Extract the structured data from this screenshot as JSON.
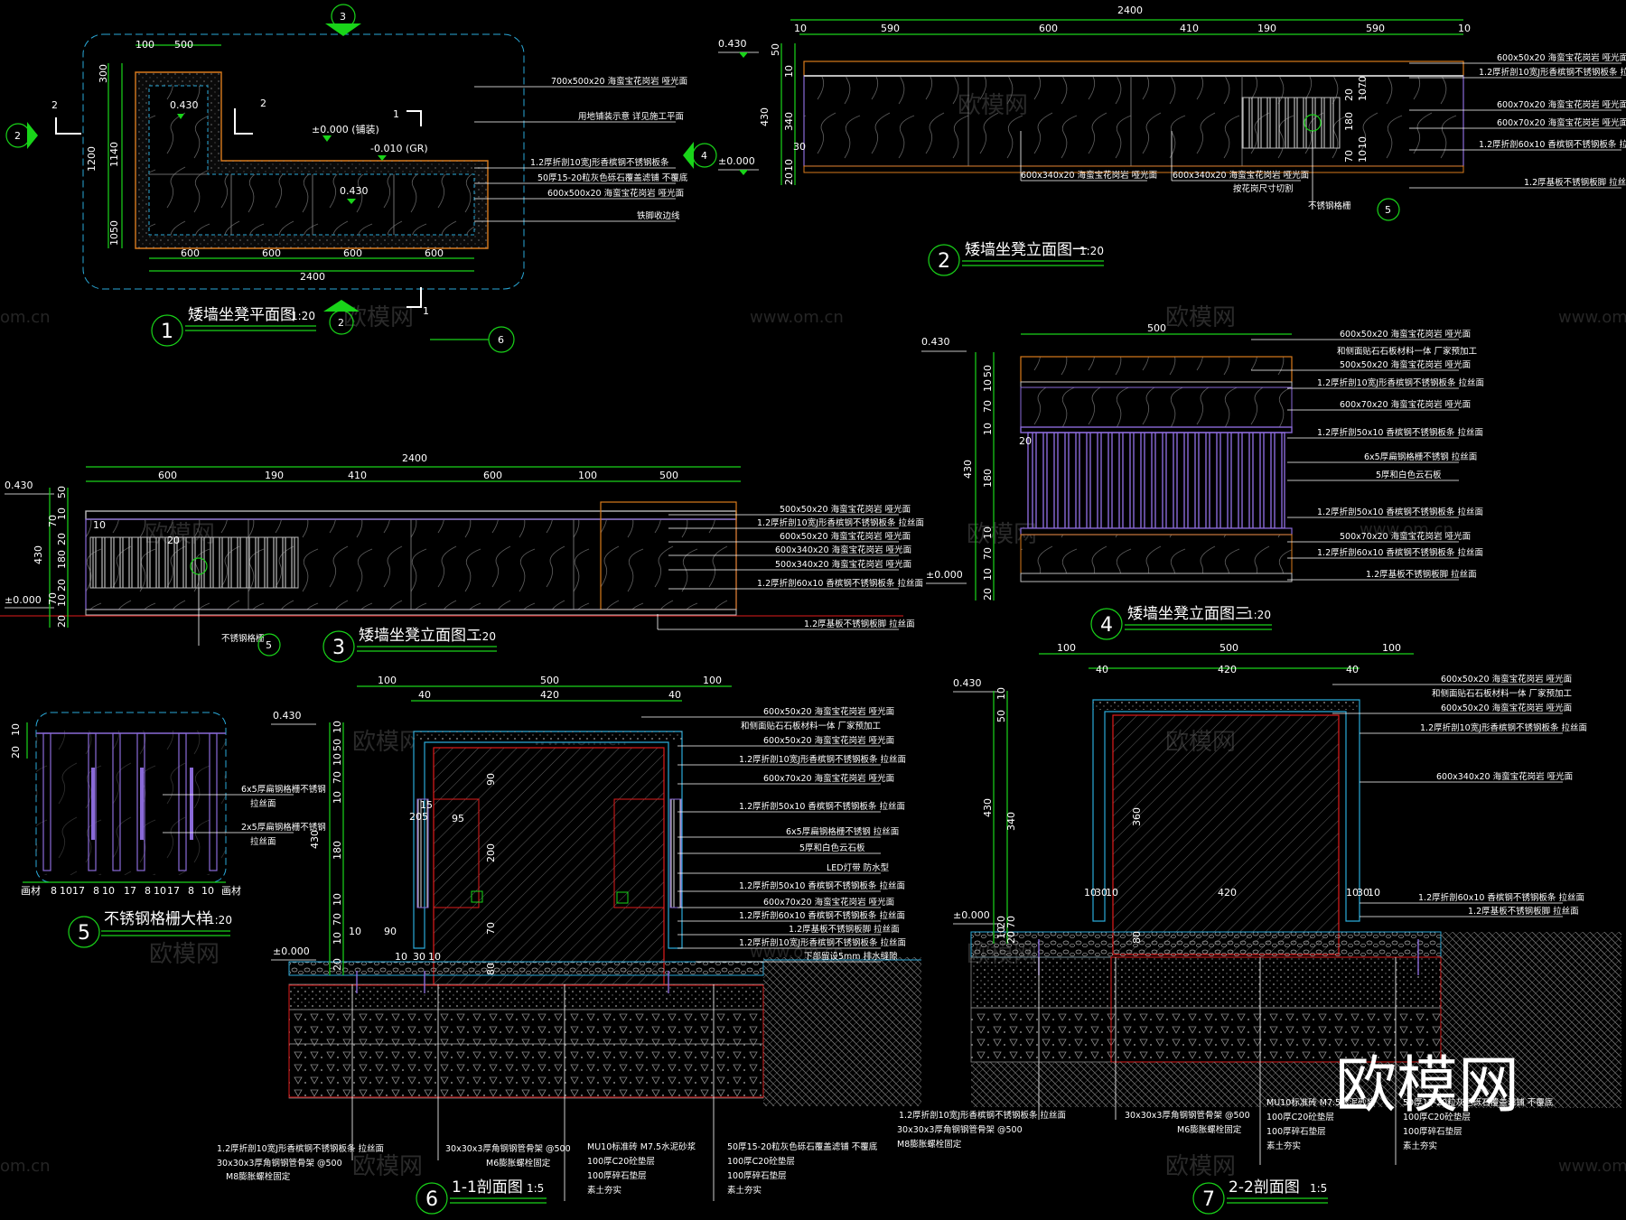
{
  "watermarks": {
    "brand": "欧模网",
    "site": "www.om.cn",
    "site_short": "om.cn"
  },
  "views": {
    "v1": {
      "num": "1",
      "title": "矮墙坐凳平面图",
      "scale": "1:20"
    },
    "v2": {
      "num": "2",
      "title": "矮墙坐凳立面图一",
      "scale": "1:20"
    },
    "v3": {
      "num": "3",
      "title": "矮墙坐凳立面图二",
      "scale": "1:20"
    },
    "v4": {
      "num": "4",
      "title": "矮墙坐凳立面图三",
      "scale": "1:20"
    },
    "v5": {
      "num": "5",
      "title": "不锈钢格栅大样",
      "scale": "1:20"
    },
    "v6": {
      "num": "6",
      "title": "1-1剖面图",
      "scale": "1:5"
    },
    "v7": {
      "num": "7",
      "title": "2-2剖面图",
      "scale": "1:5"
    }
  },
  "plan": {
    "top_dims": [
      "100",
      "500"
    ],
    "left_dims": [
      "300",
      "1200",
      "1140",
      "1050"
    ],
    "bottom_dims": [
      "600",
      "600",
      "600",
      "600"
    ],
    "total": "2400",
    "levels": [
      "0.430",
      "±0.000 (铺装)",
      "-0.010 (GR)",
      "0.430"
    ],
    "cut_marks": [
      "1",
      "1",
      "2",
      "2"
    ],
    "callouts": [
      "3",
      "2",
      "4",
      "6"
    ],
    "notes": [
      "700x500x20  海蛮宝花岗岩  哑光面",
      "用地铺装示意  详见施工平面",
      "1.2厚折剖10宽J形香槟钢不锈钢板条",
      "50厚15-20粒灰色砾石覆盖滤铺  不覆底",
      "600x500x20  海蛮宝花岗岩  哑光面",
      "铁脚收边线"
    ]
  },
  "elev1": {
    "total": "2400",
    "dims": [
      "10",
      "590",
      "600",
      "410",
      "190",
      "590",
      "10"
    ],
    "level_top": "0.430",
    "level_zero": "±0.000",
    "left_dims": [
      "50",
      "10",
      "430",
      "340",
      "30",
      "10",
      "20"
    ],
    "right_dims": [
      "20",
      "70",
      "10",
      "180",
      "10",
      "70",
      "10"
    ],
    "notes_right": [
      "600x50x20  海蛮宝花岗岩  哑光面",
      "1.2厚折剖10宽J形香槟钢不锈钢板条  拉丝面",
      "600x70x20  海蛮宝花岗岩  哑光面",
      "600x70x20  海蛮宝花岗岩  哑光面",
      "1.2厚折剖60x10  香槟钢不锈钢板条  拉丝面",
      "1.2厚基板不锈钢板脚  拉丝面"
    ],
    "notes_bottom": [
      "600x340x20  海蛮宝花岗岩  哑光面",
      "600x340x20  海蛮宝花岗岩  哑光面",
      "按花岗尺寸切割",
      "不锈钢格栅"
    ],
    "callout": "5"
  },
  "elev2": {
    "total": "2400",
    "dims": [
      "600",
      "190",
      "410",
      "600",
      "100",
      "500"
    ],
    "level_top": "0.430",
    "level_zero": "±0.000",
    "left_dims": [
      "50",
      "70",
      "10",
      "20",
      "430",
      "180",
      "20",
      "70",
      "10",
      "20"
    ],
    "tag": "10",
    "tag2": "20",
    "notes": [
      "500x50x20  海蛮宝花岗岩  哑光面",
      "1.2厚折剖10宽J形香槟钢不锈钢板条  拉丝面",
      "600x50x20  海蛮宝花岗岩  哑光面",
      "600x340x20  海蛮宝花岗岩  哑光面",
      "500x340x20  海蛮宝花岗岩  哑光面",
      "1.2厚折剖60x10  香槟钢不锈钢板条  拉丝面",
      "1.2厚基板不锈钢板脚  拉丝面",
      "不锈钢格栅"
    ],
    "callout": "5"
  },
  "elev3": {
    "width": "500",
    "level_top": "0.430",
    "level_zero": "±0.000",
    "left_dims": [
      "50",
      "10",
      "70",
      "10",
      "430",
      "180",
      "10",
      "70",
      "10",
      "20"
    ],
    "tag": "20",
    "notes": [
      "600x50x20  海蛮宝花岗岩  哑光面",
      "和侧面贴石石板材料一体  厂家预加工",
      "500x50x20  海蛮宝花岗岩  哑光面",
      "1.2厚折剖10宽J形香槟钢不锈钢板条  拉丝面",
      "600x70x20  海蛮宝花岗岩  哑光面",
      "1.2厚折剖50x10  香槟钢不锈钢板条  拉丝面",
      "6x5厚扁钢格栅不锈钢  拉丝面",
      "5厚和白色云石板",
      "1.2厚折剖50x10  香槟钢不锈钢板条  拉丝面",
      "500x70x20  海蛮宝花岗岩  哑光面",
      "1.2厚折剖60x10  香槟钢不锈钢板条  拉丝面",
      "1.2厚基板不锈钢板脚  拉丝面"
    ]
  },
  "detail5": {
    "left_dims": [
      "20",
      "10"
    ],
    "bottom_dims": [
      "画材",
      "8",
      "10",
      "17",
      "8",
      "10",
      "17",
      "8",
      "10",
      "17",
      "8",
      "10",
      "画材"
    ],
    "notes": [
      "6x5厚扁钢格栅不锈钢",
      "拉丝面",
      "2x5厚扁钢格栅不锈钢",
      "拉丝面"
    ]
  },
  "sect1": {
    "top_dims": [
      "100",
      "500",
      "100"
    ],
    "inner_dims": [
      "40",
      "420",
      "40"
    ],
    "level_top": "0.430",
    "level_zero": "±0.000",
    "left_dims": [
      "10",
      "50",
      "10",
      "70",
      "10",
      "180",
      "10",
      "70",
      "10",
      "20"
    ],
    "total": "430",
    "inner": [
      "15",
      "20",
      "5",
      "95",
      "90",
      "200",
      "70",
      "80",
      "10",
      "90",
      "10",
      "30",
      "10"
    ],
    "notes": [
      "600x50x20  海蛮宝花岗岩  哑光面",
      "和侧面贴石石板材料一体  厂家预加工",
      "600x50x20  海蛮宝花岗岩  哑光面",
      "1.2厚折剖10宽J形香槟钢不锈钢板条  拉丝面",
      "600x70x20  海蛮宝花岗岩  哑光面",
      "1.2厚折剖50x10  香槟钢不锈钢板条  拉丝面",
      "6x5厚扁钢格栅不锈钢  拉丝面",
      "5厚和白色云石板",
      "LED灯带  防水型",
      "1.2厚折剖50x10  香槟钢不锈钢板条  拉丝面",
      "600x70x20  海蛮宝花岗岩  哑光面",
      "1.2厚折剖60x10  香槟钢不锈钢板条  拉丝面",
      "1.2厚基板不锈钢板脚  拉丝面",
      "1.2厚折剖10宽J形香槟钢不锈钢板条  拉丝面",
      "下部留设5mm 排水缝隙"
    ],
    "bottom_notes": [
      "1.2厚折剖10宽J形香槟钢不锈钢板条  拉丝面",
      "30x30x3厚角钢钢管骨架 @500",
      "M8膨胀螺栓固定",
      "30x30x3厚角钢钢管骨架 @500",
      "M6膨胀螺栓固定",
      "MU10标准砖  M7.5水泥砂浆",
      "100厚C20砼垫层",
      "100厚碎石垫层",
      "素土夯实",
      "50厚15-20粒灰色砾石覆盖滤铺  不覆底",
      "100厚C20砼垫层",
      "100厚碎石垫层",
      "素土夯实"
    ]
  },
  "sect2": {
    "top_dims": [
      "100",
      "500",
      "100"
    ],
    "inner_dims": [
      "40",
      "420",
      "40"
    ],
    "level_top": "0.430",
    "level_zero": "±0.000",
    "left_dims": [
      "10",
      "50",
      "430",
      "340",
      "20",
      "70",
      "10",
      "20"
    ],
    "inner": [
      "360",
      "80",
      "420",
      "10",
      "30",
      "10",
      "10",
      "30",
      "10"
    ],
    "notes": [
      "600x50x20  海蛮宝花岗岩  哑光面",
      "和侧面贴石石板材料一体  厂家预加工",
      "600x50x20  海蛮宝花岗岩  哑光面",
      "1.2厚折剖10宽J形香槟钢不锈钢板条  拉丝面",
      "600x340x20  海蛮宝花岗岩  哑光面",
      "1.2厚折剖60x10  香槟钢不锈钢板条  拉丝面",
      "1.2厚基板不锈钢板脚  拉丝面"
    ],
    "bottom_notes": [
      "1.2厚折剖10宽J形香槟钢不锈钢板条  拉丝面",
      "30x30x3厚角钢钢管骨架 @500",
      "M8膨胀螺栓固定",
      "30x30x3厚角钢钢管骨架 @500",
      "M6膨胀螺栓固定",
      "MU10标准砖  M7.5水泥砂浆",
      "100厚C20砼垫层",
      "100厚碎石垫层",
      "素土夯实",
      "50厚15-20粒灰色砾石覆盖滤铺  不覆底",
      "100厚C20砼垫层",
      "100厚碎石垫层",
      "素土夯实"
    ]
  }
}
